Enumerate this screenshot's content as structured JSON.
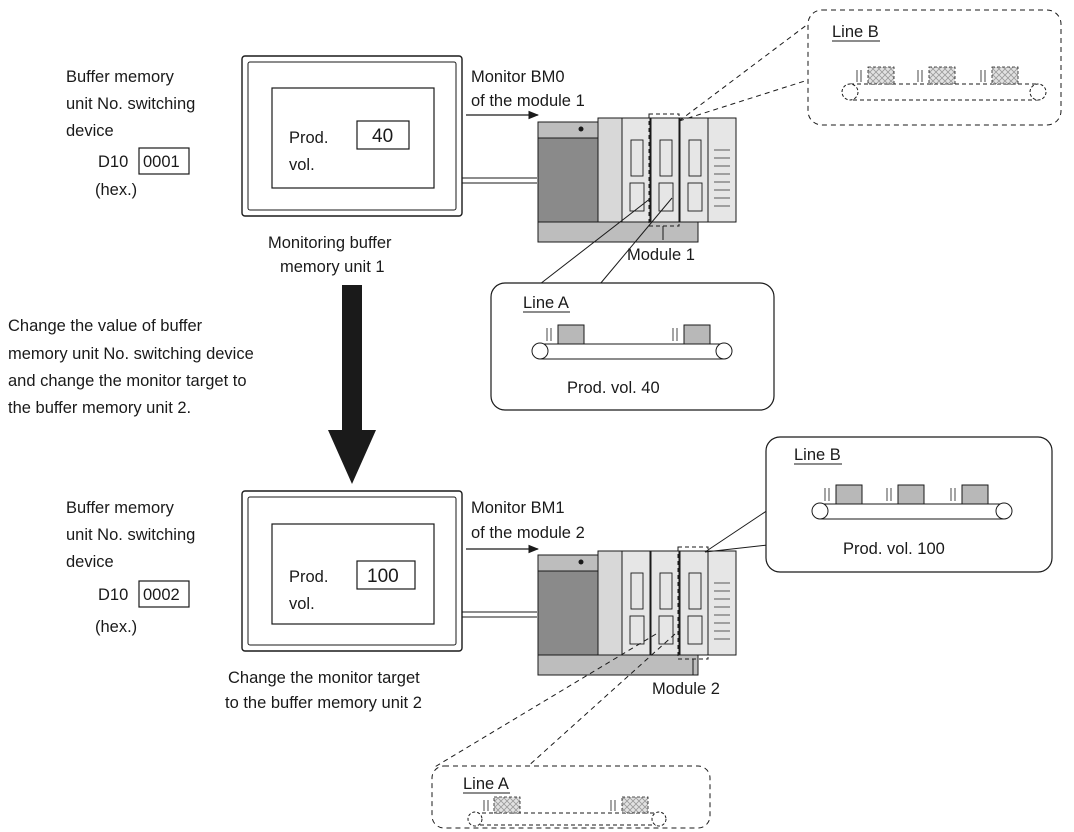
{
  "top": {
    "device_label": [
      "Buffer memory",
      "unit No. switching",
      "device"
    ],
    "device_register": "D10",
    "device_value": "0001",
    "device_format": "(hex.)",
    "screen_label": [
      "Prod.",
      "vol."
    ],
    "screen_value": "40",
    "caption": [
      "Monitoring buffer",
      "memory unit 1"
    ],
    "monitor_label": [
      "Monitor BM0",
      "of the module 1"
    ],
    "module_label": "Module 1",
    "line_a": {
      "title": "Line A",
      "footer": "Prod. vol. 40",
      "style": "solid"
    },
    "line_b": {
      "title": "Line B",
      "footer": "",
      "style": "dashed"
    }
  },
  "transition": {
    "text": [
      "Change the value of buffer",
      "memory unit No. switching device",
      "and change the monitor target to",
      "the buffer memory unit 2."
    ]
  },
  "bottom": {
    "device_label": [
      "Buffer memory",
      "unit No. switching",
      "device"
    ],
    "device_register": "D10",
    "device_value": "0002",
    "device_format": "(hex.)",
    "screen_label": [
      "Prod.",
      "vol."
    ],
    "screen_value": "100",
    "caption": [
      "Change the monitor target",
      "to the buffer memory unit 2"
    ],
    "monitor_label": [
      "Monitor BM1",
      "of the module 2"
    ],
    "module_label": "Module 2",
    "line_a": {
      "title": "Line A",
      "footer": "",
      "style": "dashed"
    },
    "line_b": {
      "title": "Line B",
      "footer": "Prod. vol. 100",
      "style": "solid"
    }
  },
  "colors": {
    "stroke": "#1a1a1a",
    "arrow": "#1a1a1a",
    "plc_dark": "#8a8a8a",
    "plc_mid": "#bdbdbd",
    "plc_light": "#e6e6e6",
    "box_active": "#b8b8b8",
    "box_inactive": "#d0d0d0"
  }
}
